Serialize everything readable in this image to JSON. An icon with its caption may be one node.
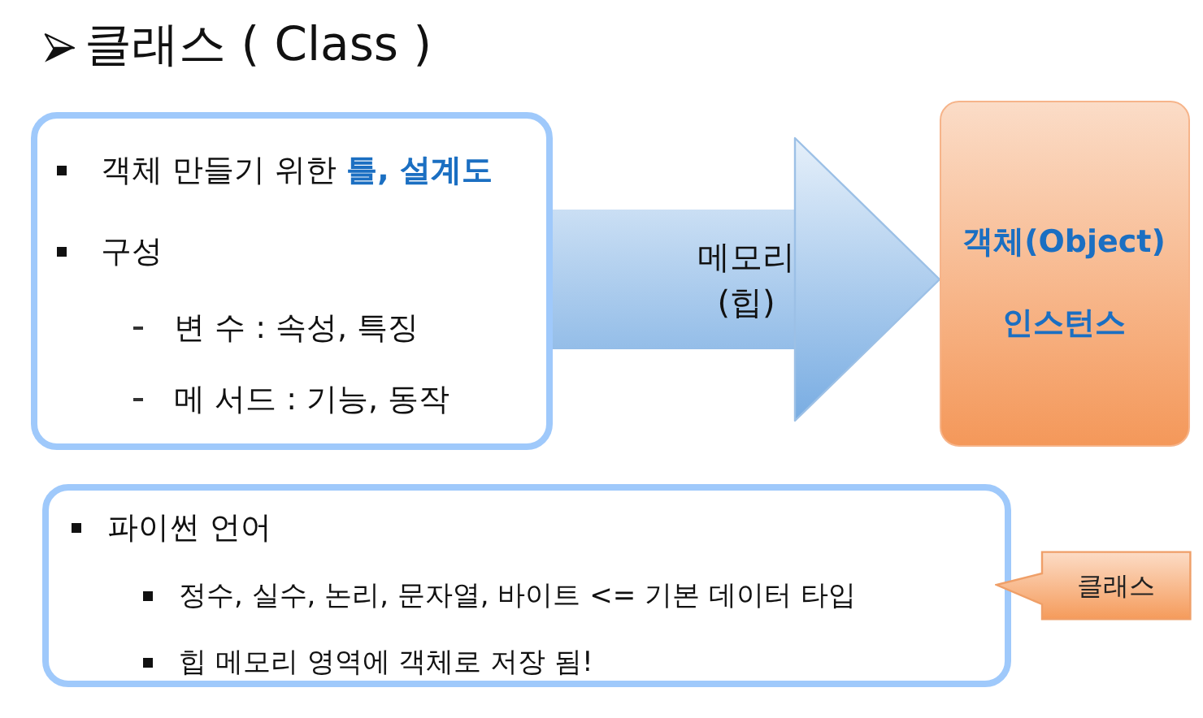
{
  "diagram": {
    "title": "클래스 ( Class )",
    "nodes": [
      {
        "text": [
          "객체 만들기 위한 **틀, 설계도**",
          "구성",
          "변 수 : 속성, 특징",
          "메 서드 : 기능, 동작"
        ]
      },
      {
        "text": [
          "객체(Object)",
          "인스턴스"
        ]
      },
      {
        "text": [
          "파이썬 언어",
          "정수, 실수, 논리, 문자열, 바이트 <= 기본 데이터 타입",
          "힙 메모리 영역에 객체로 저장 됨!"
        ]
      },
      {
        "text": [
          "클래스"
        ]
      }
    ],
    "edges": [
      {
        "from": 0,
        "to": 1,
        "arrow": "to",
        "label": "메모리 (힙)"
      }
    ]
  }
}
